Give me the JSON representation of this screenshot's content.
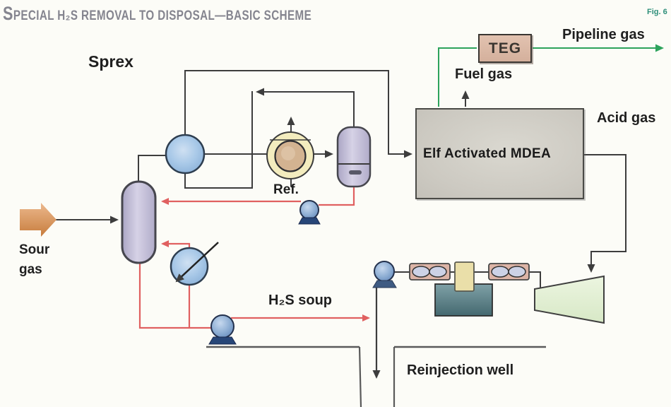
{
  "figure": {
    "title": "SPECIAL H₂S REMOVAL TO DISPOSAL—BASIC SCHEME",
    "fig_ref": "Fig. 6"
  },
  "units": {
    "mdea_label": "Elf Activated MDEA",
    "teg_label": "TEG"
  },
  "labels": {
    "process_name": "Sprex",
    "sour_gas": "Sour gas",
    "refrigeration": "Ref.",
    "h2s_soup": "H₂S soup",
    "fuel_gas": "Fuel gas",
    "pipeline_gas": "Pipeline gas",
    "acid_gas": "Acid gas",
    "reinjection_well": "Reinjection well"
  },
  "colors": {
    "process_line": "#3d3d3d",
    "h2s_rich_line": "#e06060",
    "sweet_gas_line": "#2da35c",
    "sour_gas_arrow": "#d28a50",
    "mdea_box_fill": "#cfcdc5",
    "teg_box_fill": "#d9b6a4",
    "vessel_fill": "#c5c0d8",
    "exchanger_fill": "#a9c9e8",
    "chiller_fill": "#f3ecbe",
    "air_cooler_fill": "#dcb4a6",
    "compressor_fill": "#e2efd2",
    "teal_unit_fill": "#5d838b",
    "pump_fill": "#88aad0",
    "title_color": "#85858f"
  }
}
